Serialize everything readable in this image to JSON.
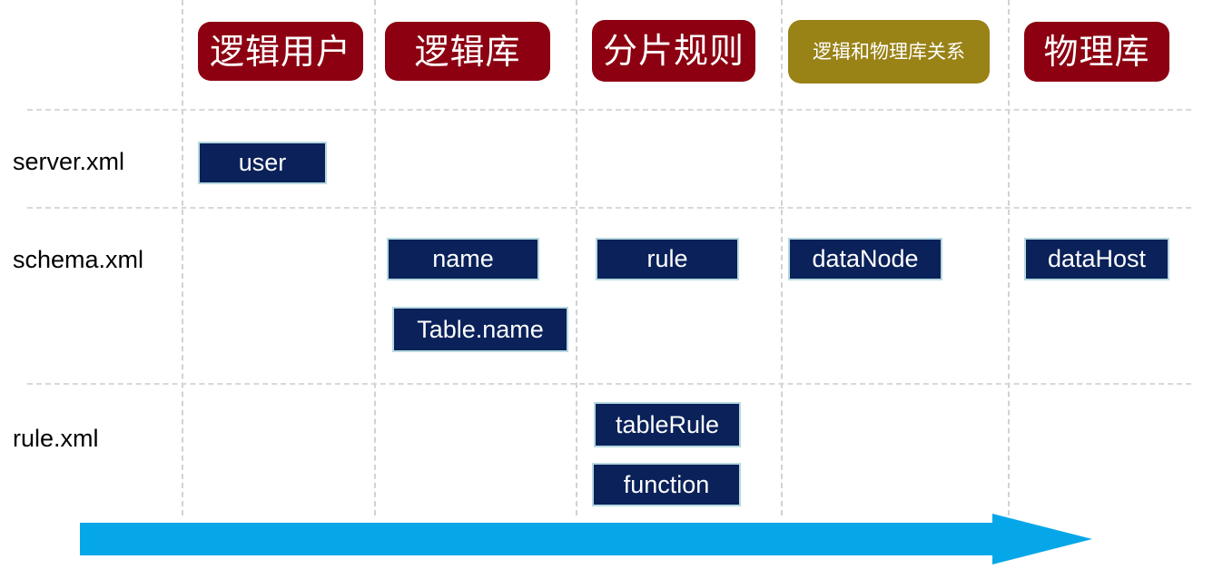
{
  "diagram": {
    "title": "MyCat configuration element matrix",
    "colors": {
      "header_red": "#8C0011",
      "header_olive": "#998216",
      "chip_navy": "#0A2159",
      "chip_border": "#b6d9e0",
      "arrow_cyan": "#06A7E8",
      "gridline": "#d2d2d2"
    }
  },
  "columns": [
    {
      "label": "逻辑用户",
      "style": "red",
      "size": "big"
    },
    {
      "label": "逻辑库",
      "style": "red",
      "size": "big"
    },
    {
      "label": "分片规则",
      "style": "red",
      "size": "big"
    },
    {
      "label": "逻辑和物理库关系",
      "style": "olive",
      "size": "small"
    },
    {
      "label": "物理库",
      "style": "red",
      "size": "big"
    }
  ],
  "rows": [
    {
      "label": "server.xml"
    },
    {
      "label": "schema.xml"
    },
    {
      "label": "rule.xml"
    }
  ],
  "cells": [
    {
      "row": "server.xml",
      "column": "逻辑用户",
      "label": "user"
    },
    {
      "row": "schema.xml",
      "column": "逻辑库",
      "label": "name"
    },
    {
      "row": "schema.xml",
      "column": "逻辑库",
      "label": "Table.name"
    },
    {
      "row": "schema.xml",
      "column": "分片规则",
      "label": "rule"
    },
    {
      "row": "schema.xml",
      "column": "逻辑和物理库关系",
      "label": "dataNode"
    },
    {
      "row": "schema.xml",
      "column": "物理库",
      "label": "dataHost"
    },
    {
      "row": "rule.xml",
      "column": "分片规则",
      "label": "tableRule"
    },
    {
      "row": "rule.xml",
      "column": "分片规则",
      "label": "function"
    }
  ],
  "arrow": {
    "name": "flow-direction-arrow",
    "direction": "right",
    "color": "#06A7E8"
  }
}
